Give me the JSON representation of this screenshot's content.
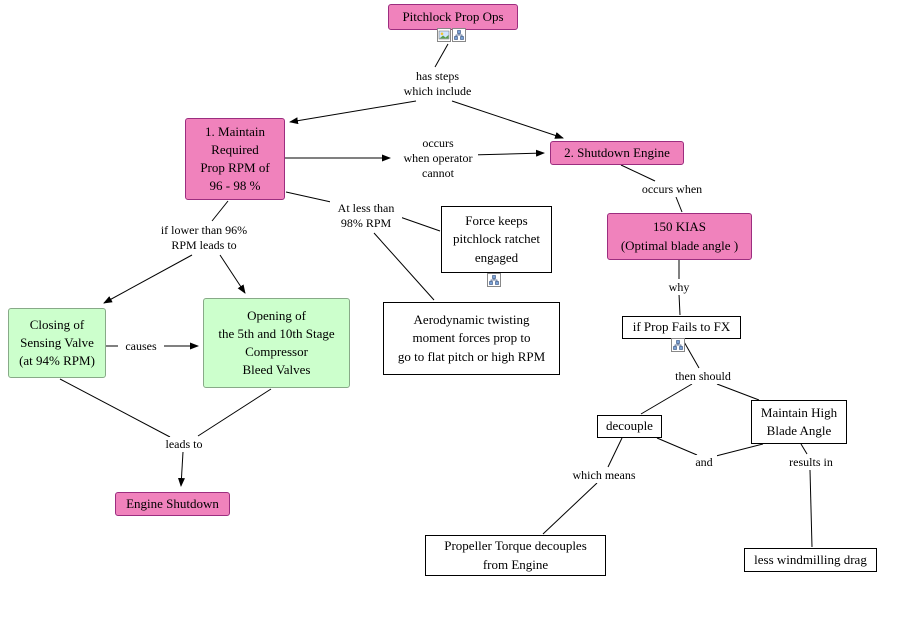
{
  "colors": {
    "pink": "#F082BC",
    "pink_border": "#9C2D7F",
    "green": "#CCFFCC",
    "green_border": "#88AA88",
    "white": "#FFFFFF",
    "line": "#000000"
  },
  "nodes": {
    "pitchlock": {
      "text": "Pitchlock Prop Ops"
    },
    "maintain_rpm": {
      "text": "1. Maintain\nRequired\nProp RPM of\n96 - 98 %"
    },
    "shutdown_engine": {
      "text": "2. Shutdown Engine"
    },
    "kias": {
      "text": "150 KIAS\n(Optimal blade angle )"
    },
    "prop_fails": {
      "text": "if Prop Fails to FX"
    },
    "force_keeps": {
      "text": "Force keeps\npitchlock ratchet\nengaged"
    },
    "aerodynamic": {
      "text": "Aerodynamic twisting\nmoment forces prop to\ngo to flat pitch or high RPM"
    },
    "closing_valve": {
      "text": "Closing of\nSensing Valve\n(at 94% RPM)"
    },
    "opening_valves": {
      "text": "Opening of\nthe 5th and 10th Stage\nCompressor\nBleed Valves"
    },
    "engine_shutdown": {
      "text": "Engine Shutdown"
    },
    "decouple": {
      "text": "decouple"
    },
    "maintain_blade": {
      "text": "Maintain High\nBlade Angle"
    },
    "prop_torque": {
      "text": "Propeller Torque decouples\nfrom Engine"
    },
    "windmilling": {
      "text": "less windmilling drag"
    }
  },
  "links": {
    "has_steps": "has steps\nwhich include",
    "occurs_operator": "occurs\nwhen operator\ncannot",
    "at_less": "At less than\n98% RPM",
    "occurs_when": "occurs when",
    "why": "why",
    "then_should": "then should",
    "if_lower": "if lower than 96%\nRPM leads to",
    "causes": "causes",
    "leads_to": "leads to",
    "which_means": "which means",
    "and": "and",
    "results_in": "results in"
  },
  "icons": {
    "pitchlock": [
      "image-resource-icon",
      "tree-resource-icon"
    ],
    "force_keeps": [
      "tree-resource-icon"
    ],
    "prop_fails": [
      "tree-resource-icon"
    ]
  }
}
